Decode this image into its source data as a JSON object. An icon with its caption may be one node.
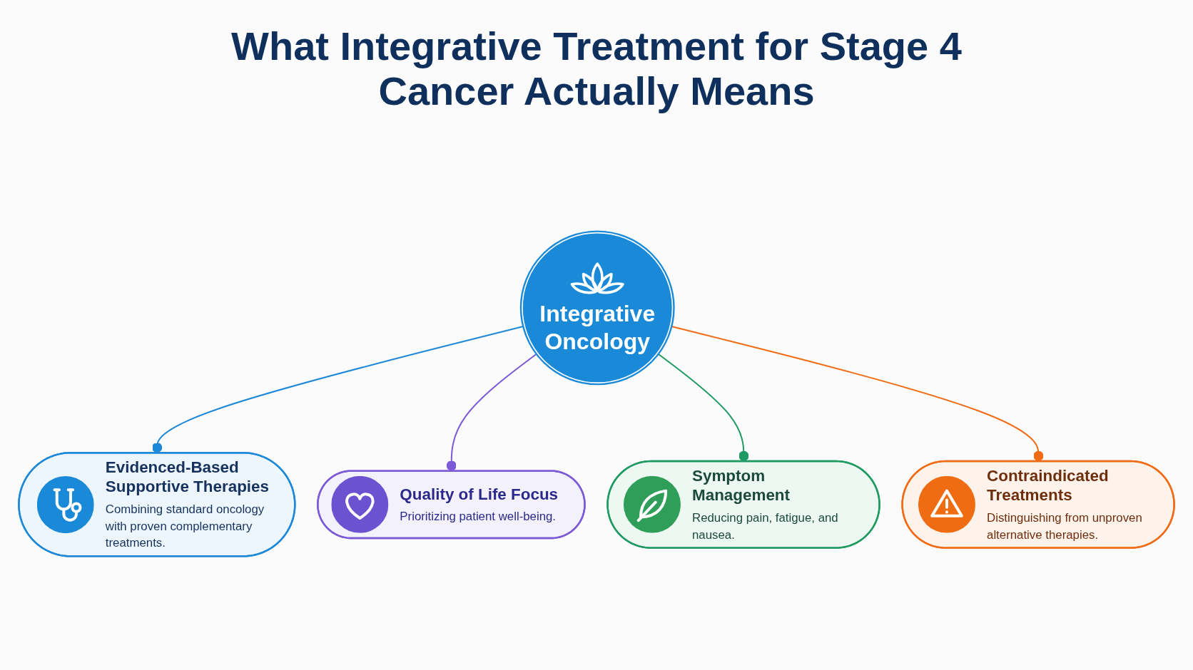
{
  "diagram": {
    "title": "What Integrative Treatment for Stage 4 Cancer Actually Means",
    "nodes": [
      {
        "text": [
          "Evidenced-Based Supportive Therapies",
          "Combining standard oncology with proven complementary treatments."
        ]
      },
      {
        "text": [
          "Symptom Management",
          "Reducing pain, fatigue, and nausea."
        ]
      },
      {
        "text": [
          "Integrative Oncology"
        ]
      },
      {
        "text": [
          "Quality of Life Focus",
          "Prioritizing patient well-being."
        ]
      },
      {
        "text": [
          "Contraindicated Treatments",
          "Distinguishing from unproven alternative therapies."
        ]
      }
    ],
    "edges": [
      {
        "from": 2,
        "to": 0,
        "arrow": "other",
        "color": "#1e88d8"
      },
      {
        "from": 2,
        "to": 3,
        "arrow": "other",
        "color": "#7a5ad6"
      },
      {
        "from": 2,
        "to": 1,
        "arrow": "other",
        "color": "#1f9a63"
      },
      {
        "from": 2,
        "to": 4,
        "arrow": "other",
        "color": "#f06b14"
      }
    ]
  }
}
